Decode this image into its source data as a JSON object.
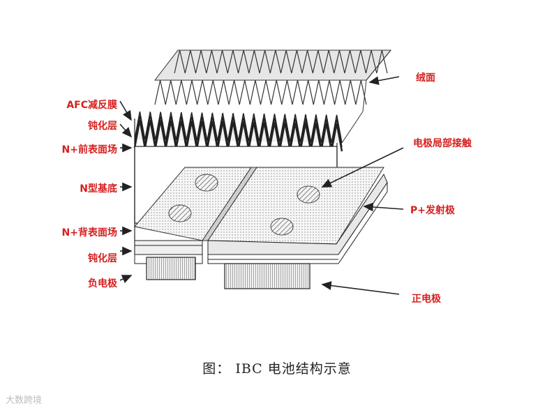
{
  "labels_left": {
    "afc": "AFC减反膜",
    "passivation_top": "钝化层",
    "n_front_field": "N+前表面场",
    "n_substrate": "N型基底",
    "n_back_field": "N+背表面场",
    "passivation_bottom": "钝化层",
    "negative_electrode": "负电极"
  },
  "labels_right": {
    "textured_surface": "绒面",
    "local_contact": "电极局部接触",
    "p_emitter": "P+发射极",
    "positive_electrode": "正电极"
  },
  "caption": "图： IBC 电池结构示意",
  "watermark": "大数跨境",
  "colors": {
    "label": "#d6201f",
    "line": "#222222"
  }
}
